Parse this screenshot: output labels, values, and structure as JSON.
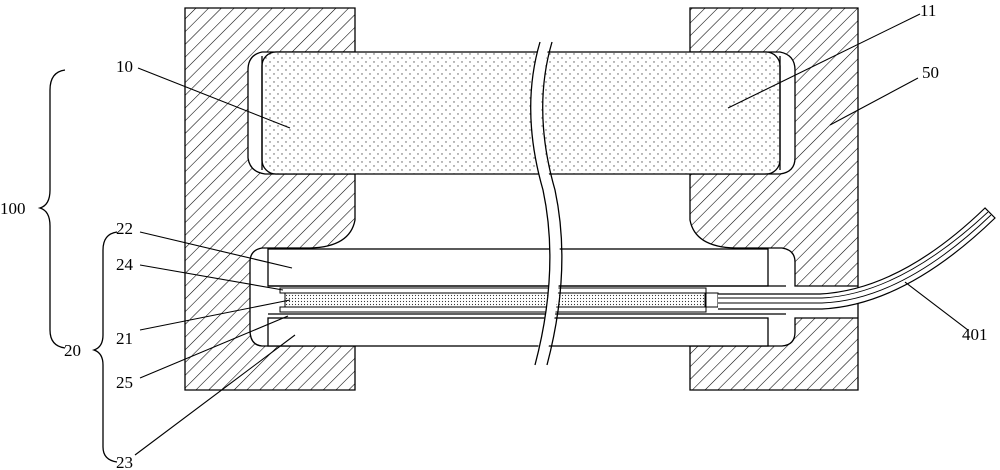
{
  "labels": {
    "frame_50": "50",
    "magnet_10": "10",
    "layer_11": "11",
    "assembly_100": "100",
    "assembly_20": "20",
    "plate_22": "22",
    "film_24": "24",
    "core_21": "21",
    "film_25": "25",
    "plate_23": "23",
    "lead_401": "401"
  },
  "colors": {
    "stroke": "#000000",
    "hatch": "#000000",
    "fill": "#ffffff",
    "dots": "#555555"
  },
  "icons": {
    "hatch": "diagonal-hatch-pattern",
    "dots": "stipple-pattern",
    "break": "wavy-break-line"
  }
}
